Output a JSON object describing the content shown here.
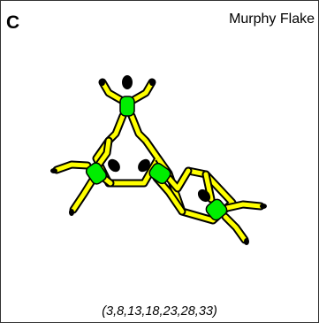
{
  "panel": {
    "letter": "C",
    "title": "Murphy Flake",
    "caption": "(3,8,13,18,23,28,33)"
  },
  "colors": {
    "limb": "#ffff00",
    "torso": "#00ee00",
    "outline": "#000000",
    "head": "#000000"
  },
  "icons": [
    "skydiver-figure"
  ],
  "formation": {
    "jumpers": 4
  }
}
